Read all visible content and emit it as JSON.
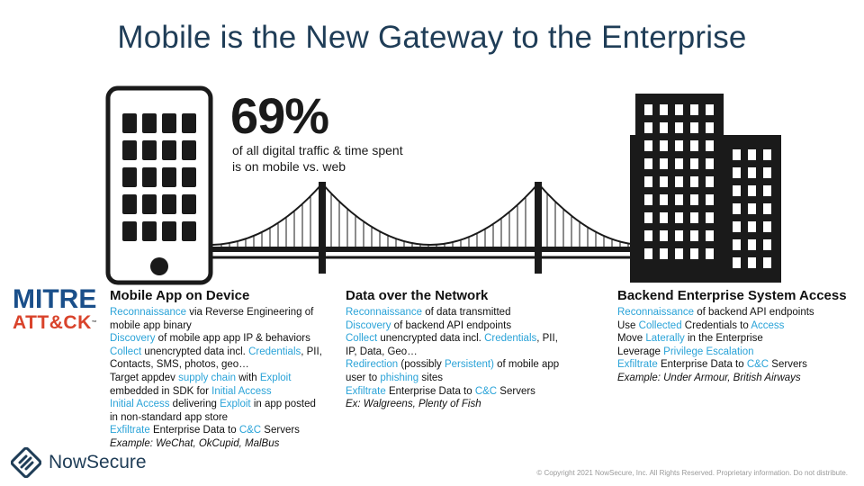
{
  "title": "Mobile is the New Gateway to the Enterprise",
  "stat": {
    "value": "69%",
    "caption": "of all digital traffic & time spent is on mobile vs. web"
  },
  "mitre": {
    "line1": "MITRE",
    "line2": "ATT&CK",
    "tm": "™"
  },
  "columns": [
    {
      "heading": "Mobile App on Device",
      "lines": [
        [
          {
            "t": "Reconnaissance",
            "h": true
          },
          {
            "t": " via Reverse Engineering of"
          }
        ],
        [
          {
            "t": "mobile app binary"
          }
        ],
        [
          {
            "t": "Discovery",
            "h": true
          },
          {
            "t": " of mobile app app IP & behaviors"
          }
        ],
        [
          {
            "t": "Collect",
            "h": true
          },
          {
            "t": " unencrypted data incl. "
          },
          {
            "t": "Credentials",
            "h": true
          },
          {
            "t": ", PII,"
          }
        ],
        [
          {
            "t": "Contacts, SMS, photos, geo…"
          }
        ],
        [
          {
            "t": "Target appdev "
          },
          {
            "t": "supply chain",
            "h": true
          },
          {
            "t": " with "
          },
          {
            "t": "Exploit",
            "h": true
          }
        ],
        [
          {
            "t": "embedded in SDK for "
          },
          {
            "t": "Initial Access",
            "h": true
          }
        ],
        [
          {
            "t": "Initial Access",
            "h": true
          },
          {
            "t": " delivering "
          },
          {
            "t": "Exploit",
            "h": true
          },
          {
            "t": " in app posted"
          }
        ],
        [
          {
            "t": "in non-standard app store"
          }
        ],
        [
          {
            "t": "Exfiltrate",
            "h": true
          },
          {
            "t": " Enterprise Data to "
          },
          {
            "t": "C&C",
            "h": true
          },
          {
            "t": " Servers"
          }
        ],
        [
          {
            "t": "Example: WeChat, OkCupid, MalBus",
            "i": true
          }
        ]
      ]
    },
    {
      "heading": "Data over the Network",
      "lines": [
        [
          {
            "t": "Reconnaissance",
            "h": true
          },
          {
            "t": " of data transmitted"
          }
        ],
        [
          {
            "t": "Discovery",
            "h": true
          },
          {
            "t": " of backend API endpoints"
          }
        ],
        [
          {
            "t": "Collect",
            "h": true
          },
          {
            "t": " unencrypted data incl. "
          },
          {
            "t": "Credentials",
            "h": true
          },
          {
            "t": ", PII,"
          }
        ],
        [
          {
            "t": "IP, Data, Geo…"
          }
        ],
        [
          {
            "t": "Redirection",
            "h": true
          },
          {
            "t": " (possibly "
          },
          {
            "t": "Persistent)",
            "h": true
          },
          {
            "t": " of mobile app"
          }
        ],
        [
          {
            "t": "user to "
          },
          {
            "t": "phishing",
            "h": true
          },
          {
            "t": " sites"
          }
        ],
        [
          {
            "t": "Exfiltrate",
            "h": true
          },
          {
            "t": " Enterprise Data to "
          },
          {
            "t": "C&C",
            "h": true
          },
          {
            "t": " Servers"
          }
        ],
        [
          {
            "t": "Ex: Walgreens, Plenty of Fish",
            "i": true
          }
        ]
      ]
    },
    {
      "heading": "Backend Enterprise System Access",
      "lines": [
        [
          {
            "t": "Reconnaissance",
            "h": true
          },
          {
            "t": " of backend API endpoints"
          }
        ],
        [
          {
            "t": "Use "
          },
          {
            "t": "Collected",
            "h": true
          },
          {
            "t": " Credentials to "
          },
          {
            "t": "Access",
            "h": true
          }
        ],
        [
          {
            "t": "Move "
          },
          {
            "t": "Laterally",
            "h": true
          },
          {
            "t": " in the Enterprise"
          }
        ],
        [
          {
            "t": "Leverage "
          },
          {
            "t": "Privilege Escalation",
            "h": true
          }
        ],
        [
          {
            "t": "Exfiltrate",
            "h": true
          },
          {
            "t": " Enterprise Data to "
          },
          {
            "t": "C&C",
            "h": true
          },
          {
            "t": " Servers"
          }
        ],
        [
          {
            "t": "Example: Under Armour, British Airways",
            "i": true
          }
        ]
      ]
    }
  ],
  "brand": {
    "name": "NowSecure"
  },
  "copyright": "© Copyright 2021 NowSecure, Inc. All Rights Reserved. Proprietary information. Do not distribute.",
  "colors": {
    "accent": "#2aa3d8",
    "title": "#1f3d57",
    "dark": "#1a1a1a",
    "mitre_blue": "#1a4f8a",
    "mitre_red": "#d9432b"
  },
  "icons": [
    "smartphone-icon",
    "bridge-icon",
    "buildings-icon",
    "nowsecure-logo-icon"
  ]
}
